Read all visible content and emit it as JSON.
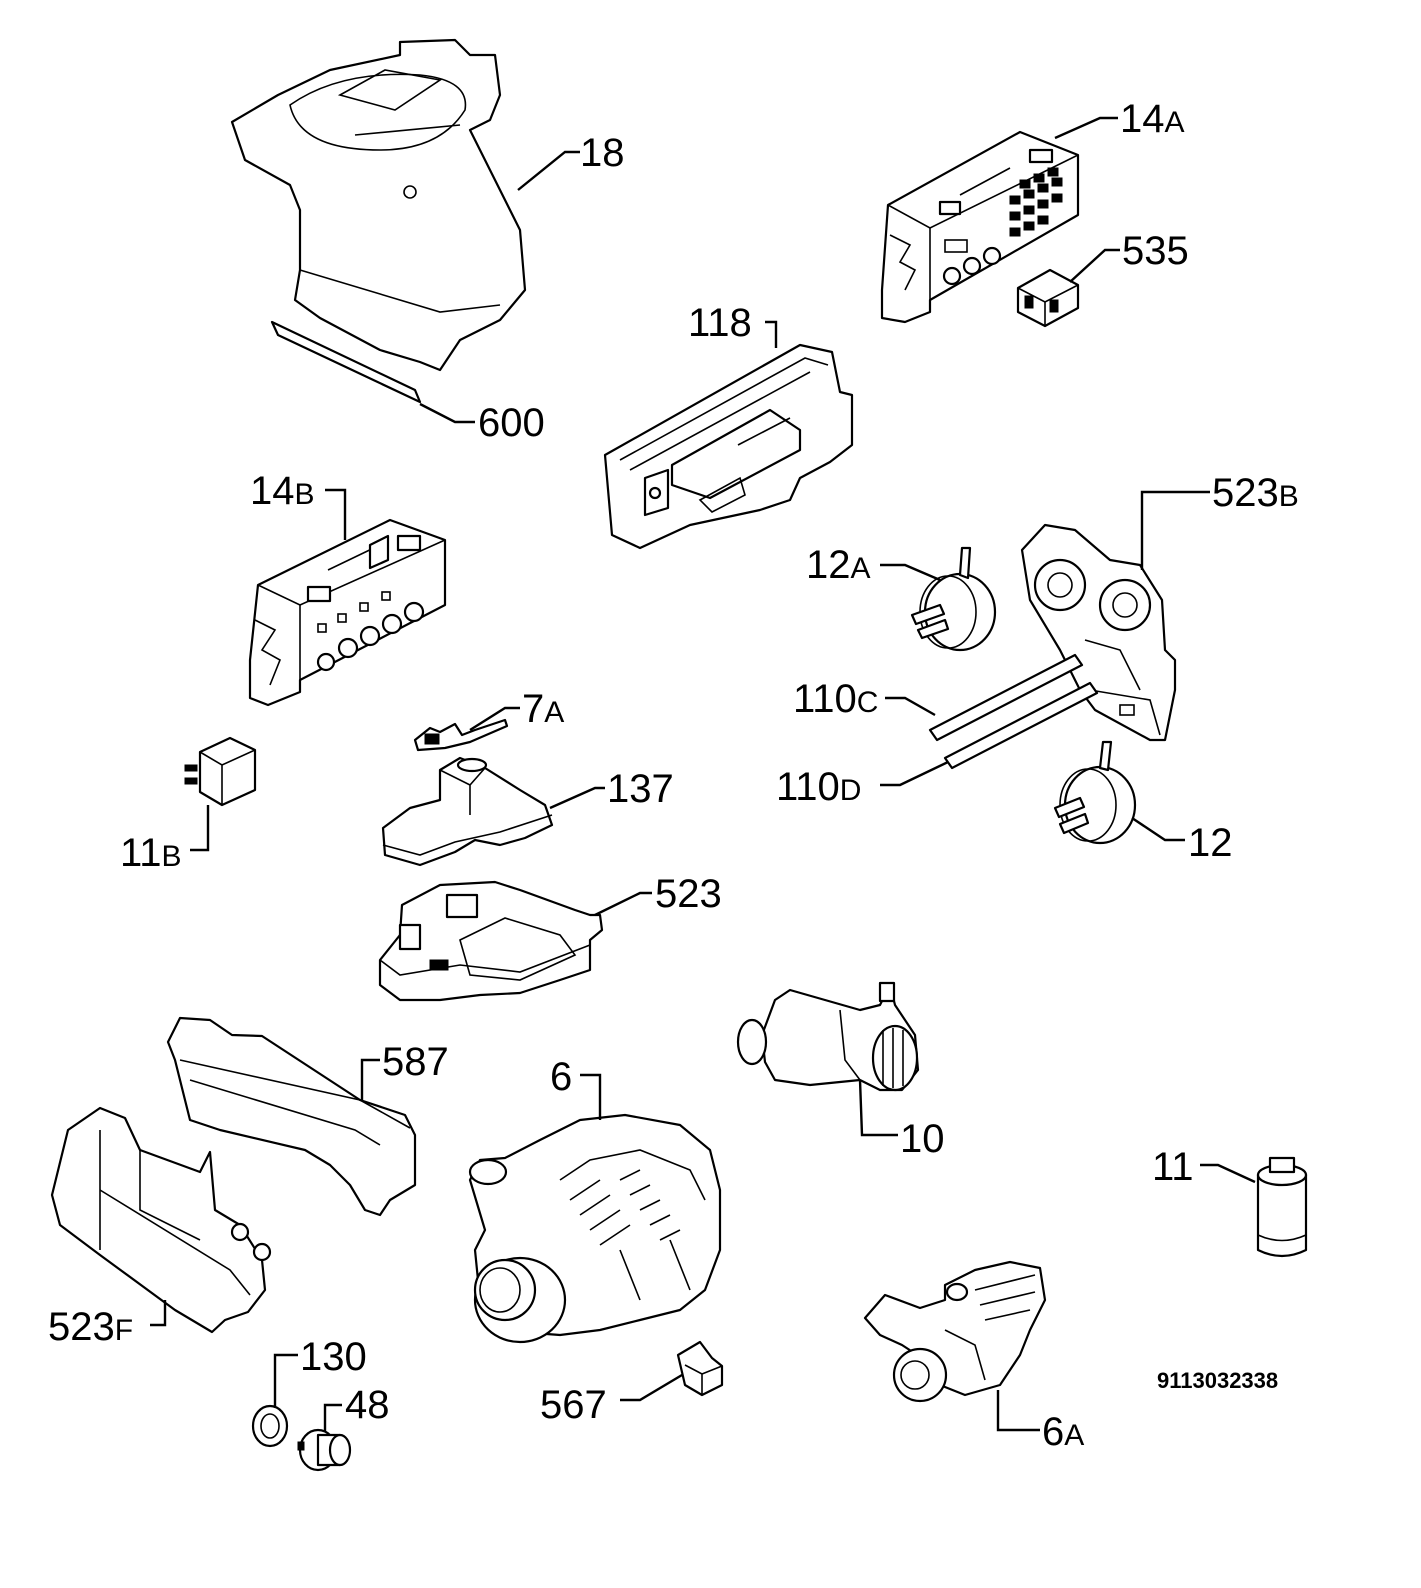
{
  "diagram": {
    "parts": [
      {
        "id": "18",
        "num": "18",
        "suffix": ""
      },
      {
        "id": "600",
        "num": "600",
        "suffix": ""
      },
      {
        "id": "14A",
        "num": "14",
        "suffix": "A"
      },
      {
        "id": "535",
        "num": "535",
        "suffix": ""
      },
      {
        "id": "118",
        "num": "118",
        "suffix": ""
      },
      {
        "id": "14B",
        "num": "14",
        "suffix": "B"
      },
      {
        "id": "523B",
        "num": "523",
        "suffix": "B"
      },
      {
        "id": "12A",
        "num": "12",
        "suffix": "A"
      },
      {
        "id": "110C",
        "num": "110",
        "suffix": "C"
      },
      {
        "id": "110D",
        "num": "110",
        "suffix": "D"
      },
      {
        "id": "12",
        "num": "12",
        "suffix": ""
      },
      {
        "id": "7A",
        "num": "7",
        "suffix": "A"
      },
      {
        "id": "137",
        "num": "137",
        "suffix": ""
      },
      {
        "id": "11B",
        "num": "11",
        "suffix": "B"
      },
      {
        "id": "523",
        "num": "523",
        "suffix": ""
      },
      {
        "id": "10",
        "num": "10",
        "suffix": ""
      },
      {
        "id": "587",
        "num": "587",
        "suffix": ""
      },
      {
        "id": "6",
        "num": "6",
        "suffix": ""
      },
      {
        "id": "11",
        "num": "11",
        "suffix": ""
      },
      {
        "id": "523F",
        "num": "523",
        "suffix": "F"
      },
      {
        "id": "130",
        "num": "130",
        "suffix": ""
      },
      {
        "id": "48",
        "num": "48",
        "suffix": ""
      },
      {
        "id": "567",
        "num": "567",
        "suffix": ""
      },
      {
        "id": "6A",
        "num": "6",
        "suffix": "A"
      }
    ],
    "drawing_code": "9113032338"
  }
}
